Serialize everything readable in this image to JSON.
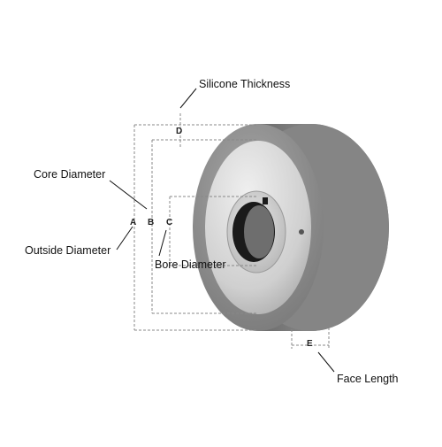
{
  "labels": {
    "silicone_thickness": "Silicone Thickness",
    "core_diameter": "Core Diameter",
    "outside_diameter": "Outside Diameter",
    "bore_diameter": "Bore Diameter",
    "face_length": "Face Length"
  },
  "dimension_letters": {
    "a": "A",
    "b": "B",
    "c": "C",
    "d": "D",
    "e": "E"
  },
  "colors": {
    "silicone": "#8f8f8f",
    "core": "#cfcfcf",
    "dim_line": "#888888",
    "text": "#111111"
  }
}
